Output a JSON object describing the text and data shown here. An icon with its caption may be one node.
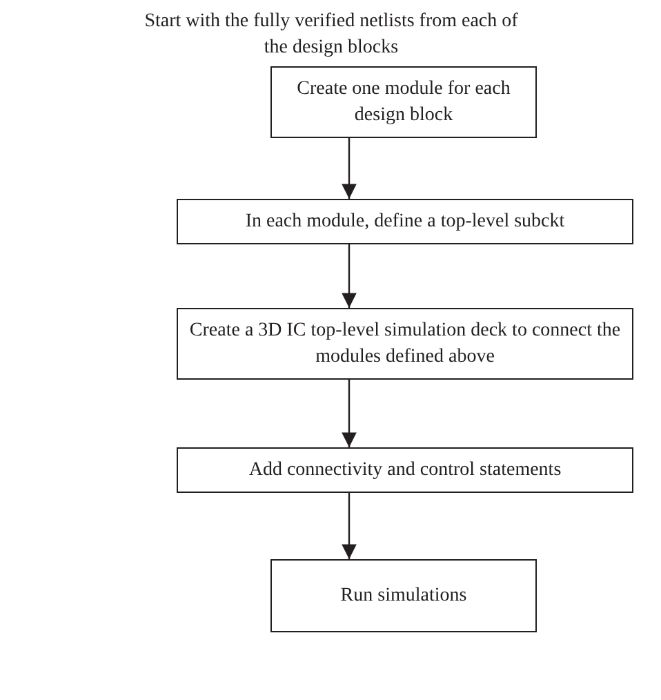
{
  "diagram": {
    "title": "Start with the fully verified netlists from each of the design blocks",
    "nodes": [
      {
        "text": [
          "Create one module for each design block"
        ]
      },
      {
        "text": [
          "In each module, define a top-level subckt"
        ]
      },
      {
        "text": [
          "Create a 3D IC top-level simulation deck to connect the modules defined above"
        ]
      },
      {
        "text": [
          "Add connectivity and control statements"
        ]
      },
      {
        "text": [
          "Run simulations"
        ]
      }
    ],
    "edges": [
      {
        "from": 0,
        "to": 1,
        "arrow": "to"
      },
      {
        "from": 1,
        "to": 2,
        "arrow": "to"
      },
      {
        "from": 2,
        "to": 3,
        "arrow": "to"
      },
      {
        "from": 3,
        "to": 4,
        "arrow": "to"
      }
    ]
  }
}
